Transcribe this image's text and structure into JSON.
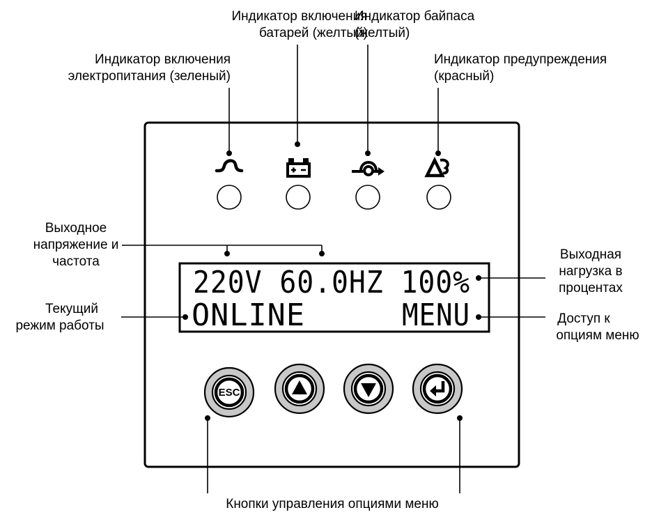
{
  "labels": {
    "battery_indicator": [
      "Индикатор включения",
      "батарей (желтый)"
    ],
    "bypass_indicator": [
      "Индикатор байпаса",
      "(желтый)"
    ],
    "power_indicator": [
      "Индикатор включения",
      "электропитания (зеленый)"
    ],
    "warning_indicator": [
      "Индикатор предупреждения",
      "(красный)"
    ],
    "output_voltage": [
      "Выходное",
      "напряжение и",
      "частота"
    ],
    "output_load": [
      "Выходная",
      "нагрузка в",
      "процентах"
    ],
    "current_mode": [
      "Текущий",
      "режим работы"
    ],
    "menu_access": [
      "Доступ к",
      "опциям меню"
    ],
    "control_buttons": "Кнопки управления опциями меню"
  },
  "lcd": {
    "line1": "220V 60.0HZ 100%",
    "line2_left": "ONLINE",
    "line2_right": "MENU"
  },
  "buttons": {
    "esc_label": "ESC"
  },
  "indicators": [
    {
      "name": "power",
      "icon": "sine-wave-icon"
    },
    {
      "name": "battery",
      "icon": "battery-icon"
    },
    {
      "name": "bypass",
      "icon": "bypass-arrow-icon"
    },
    {
      "name": "warning",
      "icon": "warning-triangle-icon"
    }
  ]
}
